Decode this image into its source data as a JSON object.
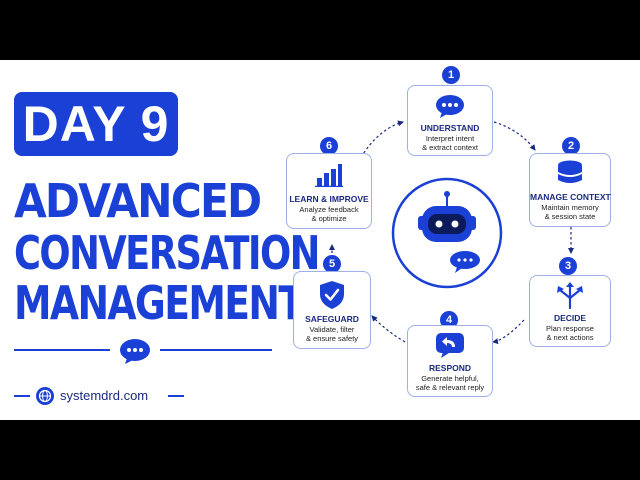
{
  "day_badge": "DAY 9",
  "title_lines": [
    "ADVANCED",
    "CONVERSATION",
    "MANAGEMENT"
  ],
  "website": "systemdrd.com",
  "accent_color": "#1a40d6",
  "steps": [
    {
      "number": "1",
      "title": "UNDERSTAND",
      "desc": "Interpret intent\n& extract context",
      "icon": "chat-bubble-icon"
    },
    {
      "number": "2",
      "title": "MANAGE CONTEXT",
      "desc": "Maintain memory\n& session state",
      "icon": "database-icon"
    },
    {
      "number": "3",
      "title": "DECIDE",
      "desc": "Plan response\n& next actions",
      "icon": "split-arrows-icon"
    },
    {
      "number": "4",
      "title": "RESPOND",
      "desc": "Generate helpful,\nsafe & relevant reply",
      "icon": "reply-bubble-icon"
    },
    {
      "number": "5",
      "title": "SAFEGUARD",
      "desc": "Validate, filter\n& ensure safety",
      "icon": "shield-check-icon"
    },
    {
      "number": "6",
      "title": "LEARN & IMPROVE",
      "desc": "Analyze feedback\n& optimize",
      "icon": "bar-chart-icon"
    }
  ],
  "center_icon": "robot-icon"
}
